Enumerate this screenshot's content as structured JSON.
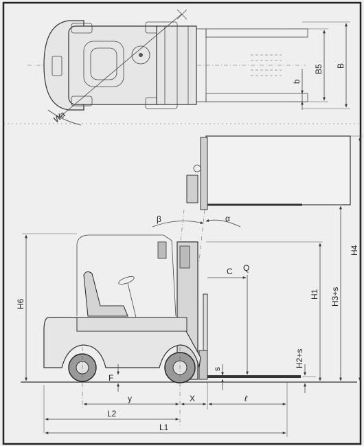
{
  "labels": {
    "Wa": "Wa",
    "b": "b",
    "B5": "B5",
    "B": "B",
    "beta": "β",
    "alpha": "α",
    "Q": "Q",
    "C": "C",
    "H6": "H6",
    "H1": "H1",
    "H3s": "H3+s",
    "H4": "H4",
    "H2s": "H2+s",
    "s": "s",
    "F": "F",
    "y": "y",
    "X": "X",
    "l": "ℓ",
    "L2": "L2",
    "L1": "L1"
  }
}
